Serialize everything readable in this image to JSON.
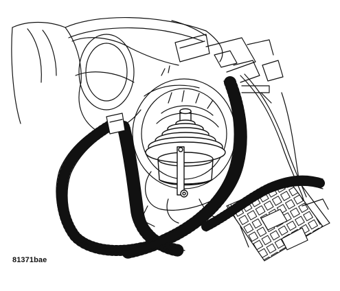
{
  "figure": {
    "id_label": "81371bae",
    "subject": "vacuum actuator",
    "background_color": "#ffffff",
    "line_color": "#111111",
    "style": "black line-art service-manual illustration"
  }
}
